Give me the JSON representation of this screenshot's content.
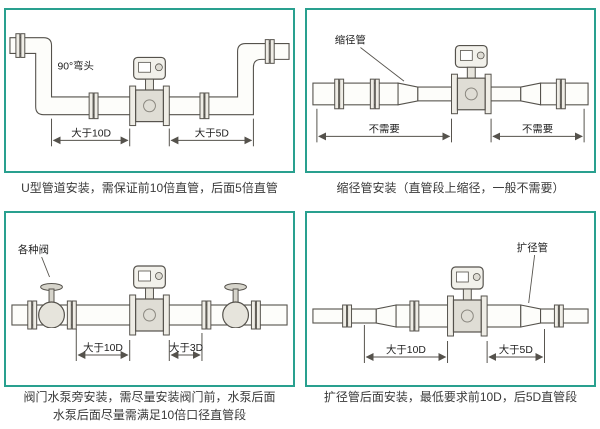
{
  "colors": {
    "accent": "#29A08F",
    "line": "#55524C",
    "text": "#3A3A3A"
  },
  "panels": [
    {
      "name": "u-pipe",
      "diagram_labels": {
        "elbow": "90°弯头",
        "dim_left": "大于10D",
        "dim_right": "大于5D"
      },
      "caption_lines": [
        "U型管道安装，需保证前10倍直管，后面5倍直管"
      ]
    },
    {
      "name": "reducer",
      "diagram_labels": {
        "part": "缩径管",
        "dim_left": "不需要",
        "dim_right": "不需要"
      },
      "caption_lines": [
        "缩径管安装（直管段上缩径，一般不需要）"
      ]
    },
    {
      "name": "valve-pump",
      "diagram_labels": {
        "part": "各种阀",
        "dim_left": "大于10D",
        "dim_right": "大于3D"
      },
      "caption_lines": [
        "阀门水泵旁安装，需尽量安装阀门前，水泵后面",
        "水泵后面尽量需满足10倍口径直管段"
      ]
    },
    {
      "name": "expander",
      "diagram_labels": {
        "part": "扩径管",
        "dim_left": "大于10D",
        "dim_right": "大于5D"
      },
      "caption_lines": [
        "扩径管后面安装，最低要求前10D，后5D直管段"
      ]
    }
  ]
}
